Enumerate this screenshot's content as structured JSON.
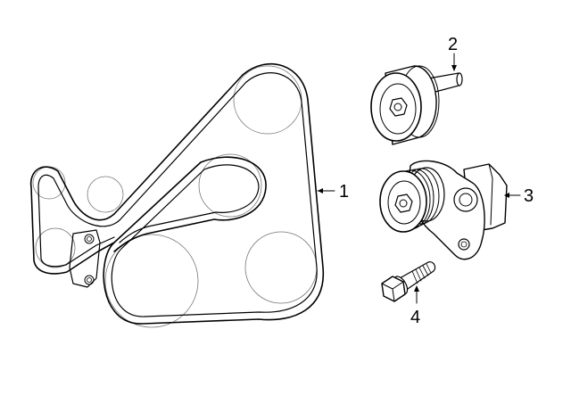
{
  "callouts": [
    {
      "id": "belt",
      "label": "1"
    },
    {
      "id": "idler-pulley",
      "label": "2"
    },
    {
      "id": "tensioner",
      "label": "3"
    },
    {
      "id": "bolt",
      "label": "4"
    }
  ],
  "colors": {
    "line": "#000000",
    "background": "#ffffff",
    "pulley_outline": "#777777"
  }
}
